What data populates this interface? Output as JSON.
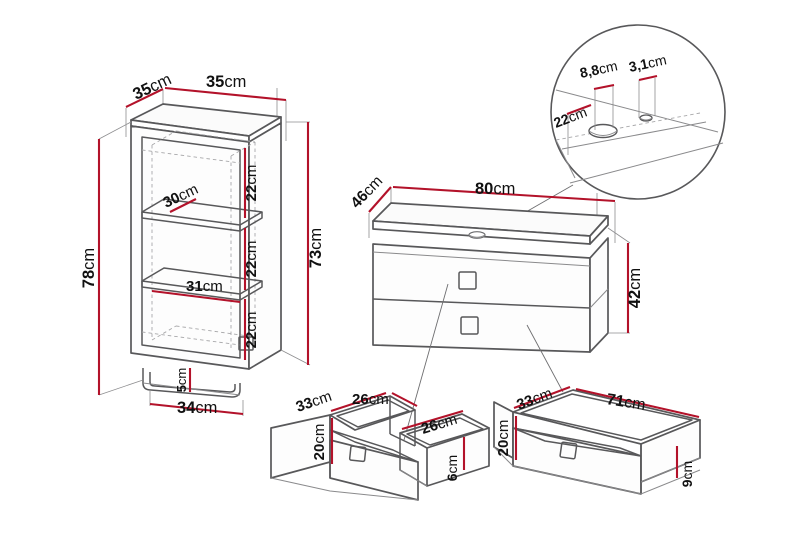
{
  "document": {
    "type": "technical-dimension-drawing",
    "subject": "Bathroom furniture set: tall storage cabinet, vanity unit with washbasin, and two drawer detail views",
    "background_color": "#ffffff",
    "units": "cm"
  },
  "style": {
    "dimension_line_color": "#b3122a",
    "outline_color": "#58585a",
    "hidden_line_color": "#9a9a9a",
    "leader_line_color": "#6e6e70",
    "text_color": "#111111",
    "fill_color": "#ffffff"
  },
  "figures": {
    "tall_cabinet": {
      "name": "Tall storage cabinet",
      "dimensions": {
        "depth_top_left": "35cm",
        "width_top_right": "35cm",
        "total_height": "78cm",
        "body_height": "73cm",
        "shelf_width_upper": "30cm",
        "shelf_width_lower": "31cm",
        "compartment_1": "22cm",
        "compartment_2": "22cm",
        "compartment_3": "22cm",
        "plinth_height": "5cm",
        "base_width": "34cm"
      }
    },
    "vanity_unit": {
      "name": "Washbasin vanity unit with two drawers",
      "dimensions": {
        "depth": "46cm",
        "width": "80cm",
        "height": "42cm"
      }
    },
    "detail_circle": {
      "name": "Countertop tap hole detail",
      "dimensions": {
        "offset_from_edge": "22cm",
        "large_hole_diameter": "8,8cm",
        "small_hole_diameter": "3,1cm"
      }
    },
    "drawer_left": {
      "name": "Upper drawer with divider",
      "dimensions": {
        "depth": "33cm",
        "inner_width_front": "26cm",
        "height": "20cm",
        "inner_width_rear": "26cm",
        "base_thickness": "6cm"
      }
    },
    "drawer_right": {
      "name": "Lower wide drawer",
      "dimensions": {
        "depth": "33cm",
        "width": "71cm",
        "height": "20cm",
        "base_thickness": "9cm"
      }
    }
  },
  "labels": {
    "cabinet_depth_35": "35",
    "cabinet_width_35": "35",
    "cabinet_height_78": "78",
    "cabinet_body_73": "73",
    "shelf_30": "30",
    "shelf_31": "31",
    "comp_22_a": "22",
    "comp_22_b": "22",
    "comp_22_c": "22",
    "plinth_5": "5",
    "base_34": "34",
    "vanity_depth_46": "46",
    "vanity_width_80": "80",
    "vanity_height_42": "42",
    "detail_22": "22",
    "detail_88": "8,8",
    "detail_31": "3,1",
    "dl_depth_33": "33",
    "dl_front_26": "26",
    "dl_height_20": "20",
    "dl_rear_26": "26",
    "dl_base_6": "6",
    "dr_depth_33": "33",
    "dr_width_71": "71",
    "dr_height_20": "20",
    "dr_base_9": "9",
    "unit": "cm"
  }
}
